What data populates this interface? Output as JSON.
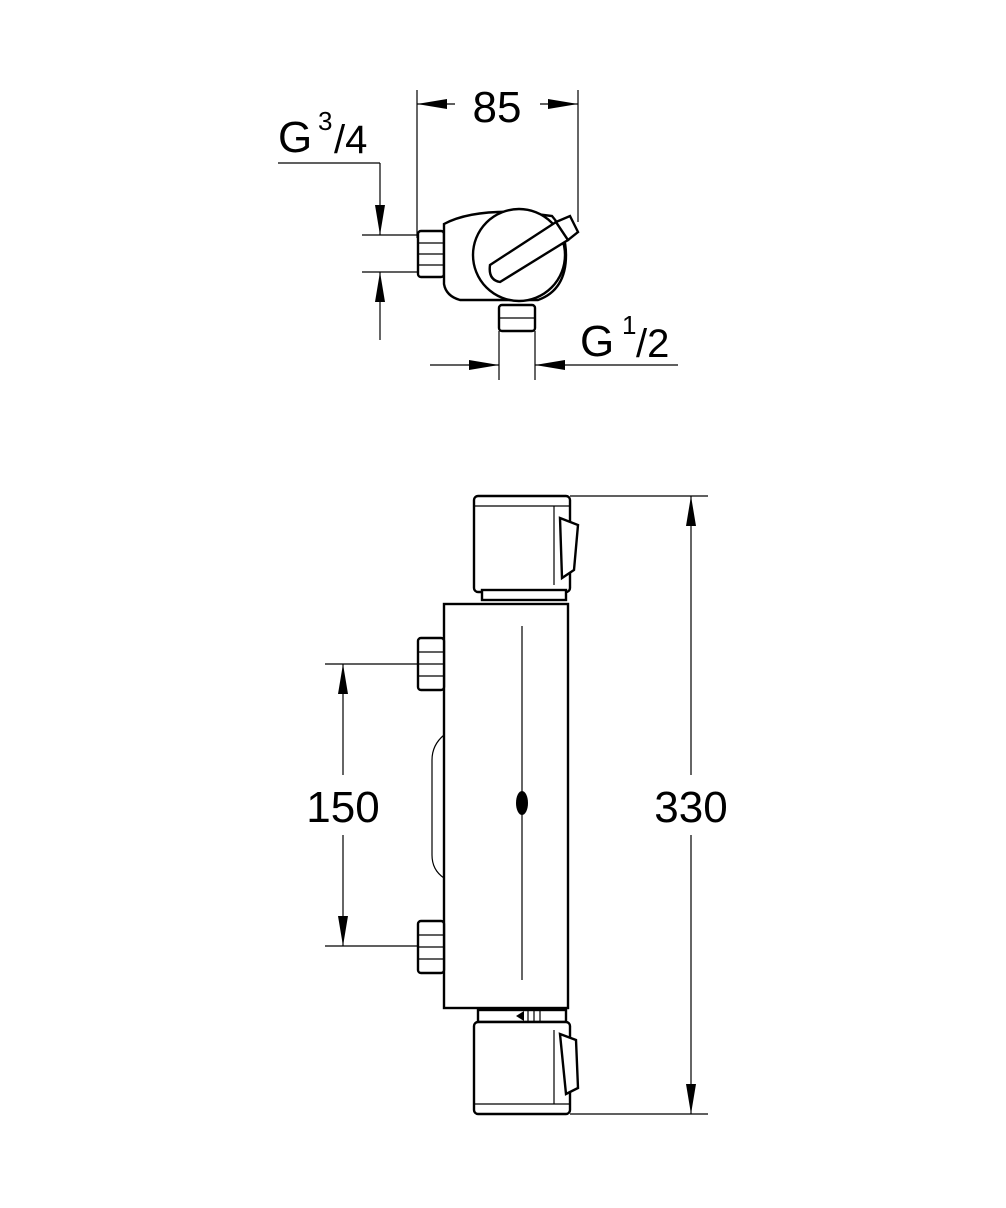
{
  "dimensions": {
    "width_top": "85",
    "inlet_thread_main": "G",
    "inlet_thread_num": "3",
    "inlet_thread_den": "/4",
    "outlet_thread_main": "G",
    "outlet_thread_num": "1",
    "outlet_thread_den": "/2",
    "inlet_spacing": "150",
    "total_height": "330"
  }
}
